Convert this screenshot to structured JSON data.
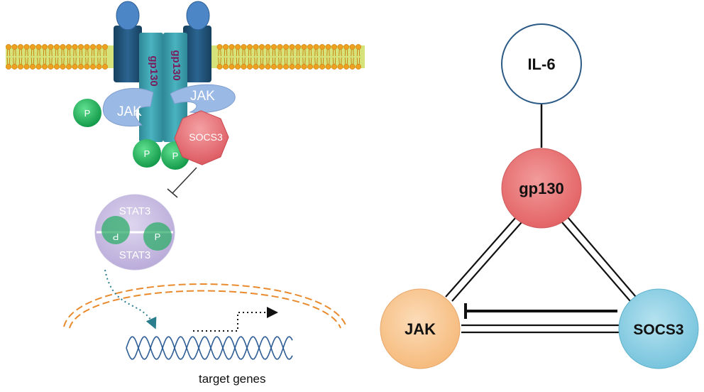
{
  "left_diagram": {
    "receptor_label_left": "gp130",
    "receptor_label_right": "gp130",
    "jak_left": "JAK",
    "jak_right": "JAK",
    "phospho": "P",
    "socs3": "SOCS3",
    "stat3_top": "STAT3",
    "stat3_bottom": "STAT3",
    "target_genes": "target genes"
  },
  "network": {
    "nodes": {
      "il6": "IL-6",
      "gp130": "gp130",
      "jak": "JAK",
      "socs3": "SOCS3"
    }
  },
  "colors": {
    "membrane_band": "#d6e27a",
    "lipid_head": "#f0a020",
    "receptor_teal": "#3a98a6",
    "receptor_dark": "#1e4f73",
    "cap_blue": "#4d86c6",
    "jak_fill": "#9ab9e4",
    "phospho_green": "#1fb25a",
    "socs3_red": "#e9737a",
    "stat3_lavender": "#c8bbe0",
    "nucleus_orange": "#e98a2c",
    "dna_blue": "#2f5e96",
    "node_il6": "#ffffff",
    "node_gp130": "#ea6f70",
    "node_jak": "#f9c893",
    "node_socs3": "#8fcfe3"
  }
}
